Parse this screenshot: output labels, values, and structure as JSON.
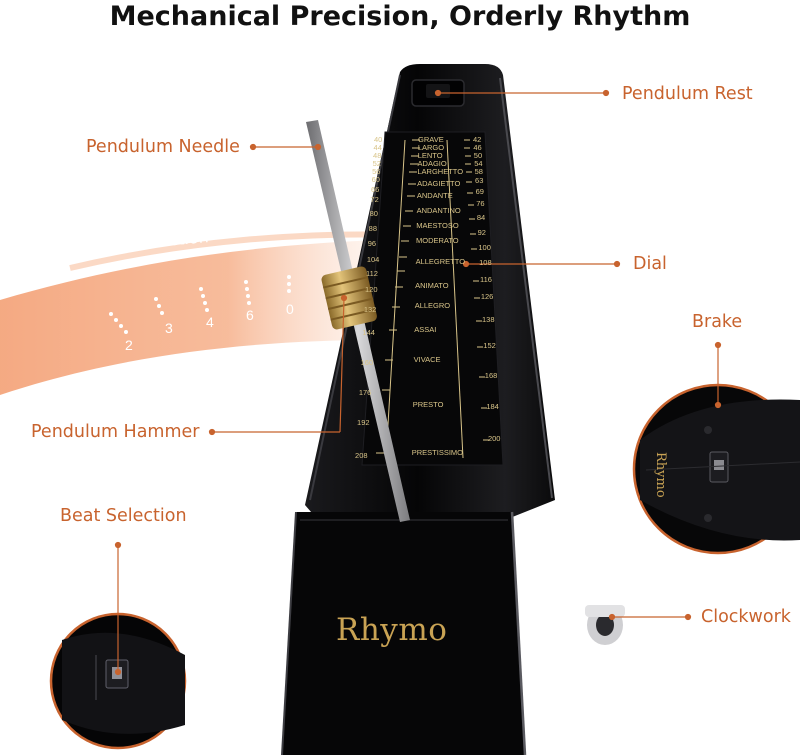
{
  "title": "Mechanical Precision, Orderly Rhythm",
  "labels": {
    "pendulum_rest": "Pendulum Rest",
    "pendulum_needle": "Pendulum Needle",
    "dial": "Dial",
    "brake": "Brake",
    "pendulum_hammer": "Pendulum Hammer",
    "beat_selection_callout": "Beat Selection",
    "clockwork": "Clockwork"
  },
  "beat_band": {
    "label": "Beat selection",
    "values": [
      "2",
      "3",
      "4",
      "6",
      "0"
    ]
  },
  "brand": "Rhymo",
  "scale": {
    "left_numbers": [
      "40",
      "44",
      "48",
      "52",
      "56",
      "60",
      "66",
      "72",
      "80",
      "88",
      "96",
      "104",
      "112",
      "120",
      "132",
      "144",
      "160",
      "176",
      "192",
      "208"
    ],
    "tempo_terms": [
      "GRAVE",
      "LARGO",
      "LENTO",
      "ADAGIO",
      "LARGHETTO",
      "ADAGIETTO",
      "ANDANTE",
      "ANDANTINO",
      "MAESTOSO",
      "MODERATO",
      "ALLEGRETTO",
      "ANIMATO",
      "ALLEGRO",
      "ASSAI",
      "VIVACE",
      "PRESTO",
      "PRESTISSIMO"
    ],
    "right_numbers": [
      "42",
      "46",
      "50",
      "54",
      "58",
      "63",
      "69",
      "76",
      "84",
      "92",
      "100",
      "108",
      "116",
      "126",
      "138",
      "152",
      "168",
      "184",
      "200"
    ]
  },
  "colors": {
    "accent": "#c8632e",
    "band": "#f4a57c",
    "body": "#0c0c0e",
    "gold": "#c9a354"
  }
}
